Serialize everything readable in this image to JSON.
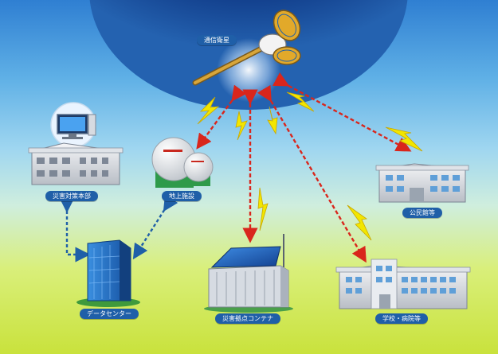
{
  "labels": {
    "satellite": "通信衛星",
    "hq": "災害対策本部",
    "ground": "地上施設",
    "office": "公民館等",
    "datacenter": "データセンター",
    "container": "災害拠点コンテナ",
    "school": "学校・病院等"
  },
  "colors": {
    "label_bg": "#1f5fa8",
    "link_red": "#d9261c",
    "link_blue": "#1f5fa8",
    "bolt": "#f2e600"
  }
}
